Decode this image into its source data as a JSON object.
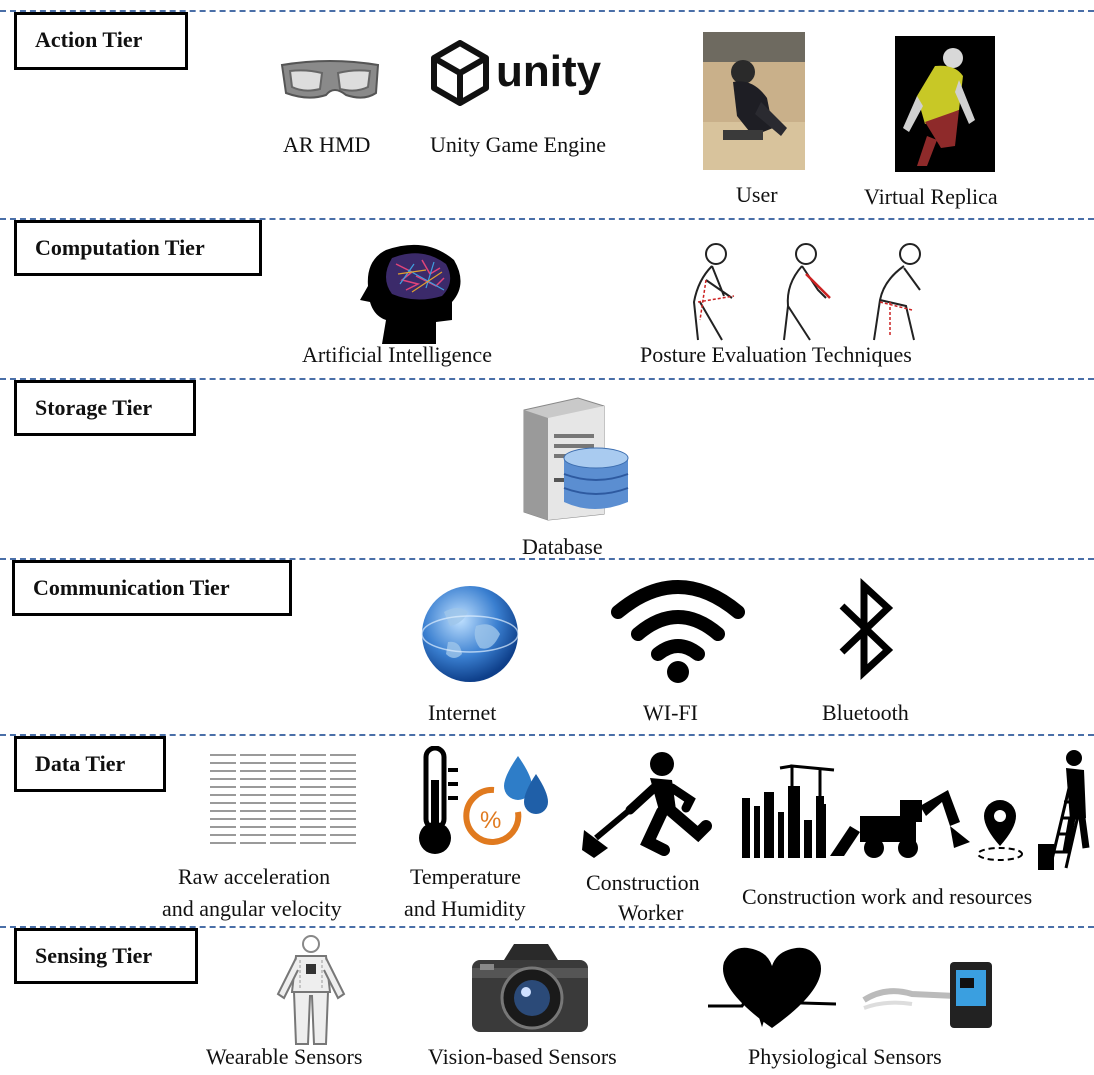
{
  "tiers": {
    "action": "Action Tier",
    "computation": "Computation Tier",
    "storage": "Storage Tier",
    "communication": "Communication Tier",
    "data": "Data Tier",
    "sensing": "Sensing Tier"
  },
  "labels": {
    "ar_hmd": "AR HMD",
    "unity_logo": "unity",
    "unity_engine": "Unity Game Engine",
    "user": "User",
    "virtual_replica": "Virtual Replica",
    "ai": "Artificial Intelligence",
    "posture": "Posture Evaluation Techniques",
    "database": "Database",
    "internet": "Internet",
    "wifi": "WI-FI",
    "bluetooth": "Bluetooth",
    "raw_line1": "Raw acceleration",
    "raw_line2": "and angular velocity",
    "temp_line1": "Temperature",
    "temp_line2": "and Humidity",
    "percent": "%",
    "worker_line1": "Construction",
    "worker_line2": "Worker",
    "resources": "Construction work and resources",
    "wearable": "Wearable Sensors",
    "vision": "Vision-based Sensors",
    "physio": "Physiological Sensors"
  },
  "icons": [
    "hmd-goggles-icon",
    "unity-logo-icon",
    "user-photo",
    "virtual-replica-image",
    "brain-head-icon",
    "posture-figure-icon",
    "database-server-icon",
    "globe-icon",
    "wifi-icon",
    "bluetooth-icon",
    "data-text-icon",
    "thermometer-icon",
    "humidity-drops-icon",
    "worker-shovel-icon",
    "city-crane-icon",
    "excavator-icon",
    "location-pin-icon",
    "ladder-worker-icon",
    "body-suit-icon",
    "camera-icon",
    "heart-icon",
    "wristband-sensor-icon"
  ],
  "colors": {
    "separator": "#4a6fa8",
    "accent_orange": "#e07a1f",
    "accent_blue": "#2e7dc8",
    "posture_red": "#cc2222"
  }
}
